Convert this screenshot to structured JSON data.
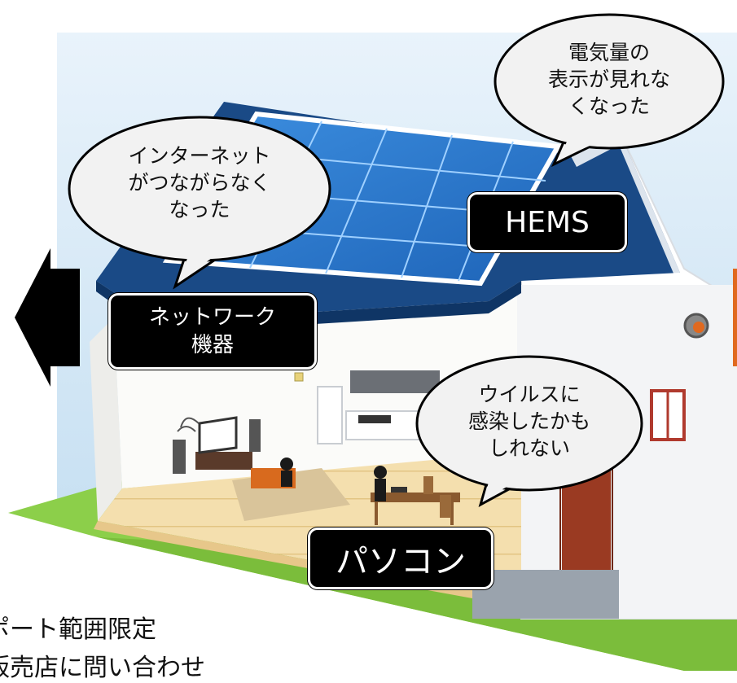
{
  "bubbles": {
    "hems_bubble": [
      "電気量の",
      "表示が見れな",
      "くなった"
    ],
    "internet_bubble": [
      "インターネット",
      "がつながらなく",
      "なった"
    ],
    "virus_bubble": [
      "ウイルスに",
      "感染したかも",
      "しれない"
    ]
  },
  "labels": {
    "hems": "HEMS",
    "network": [
      "ネットワーク",
      "機器"
    ],
    "pc": "パソコン"
  },
  "footer": {
    "line1": "ポート範囲限定",
    "line2": "販売店に問い合わせ"
  },
  "colors": {
    "sky": "#d4e8f6",
    "roof": "#1a4a86",
    "solar_panel": "#2b7fd6",
    "grass": "#8ccf4a",
    "floor": "#f2dba6",
    "wall": "#ffffff",
    "door": "#9a3a22",
    "accent": "#e0691f"
  }
}
